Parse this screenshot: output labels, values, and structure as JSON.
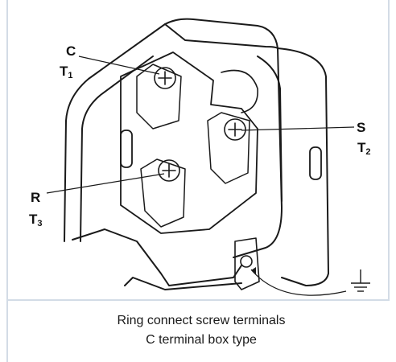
{
  "labels": {
    "c_terminal": {
      "letter": "C",
      "t": "T",
      "sub": "1"
    },
    "s_terminal": {
      "letter": "S",
      "t": "T",
      "sub": "2"
    },
    "r_terminal": {
      "letter": "R",
      "t": "T",
      "sub": "3"
    }
  },
  "caption": {
    "line1": "Ring connect screw terminals",
    "line2": "C terminal box type"
  },
  "colors": {
    "frame": "#d3dce6",
    "ink": "#1a1a1a"
  },
  "icons": [
    "ground-icon",
    "screw-icon"
  ]
}
